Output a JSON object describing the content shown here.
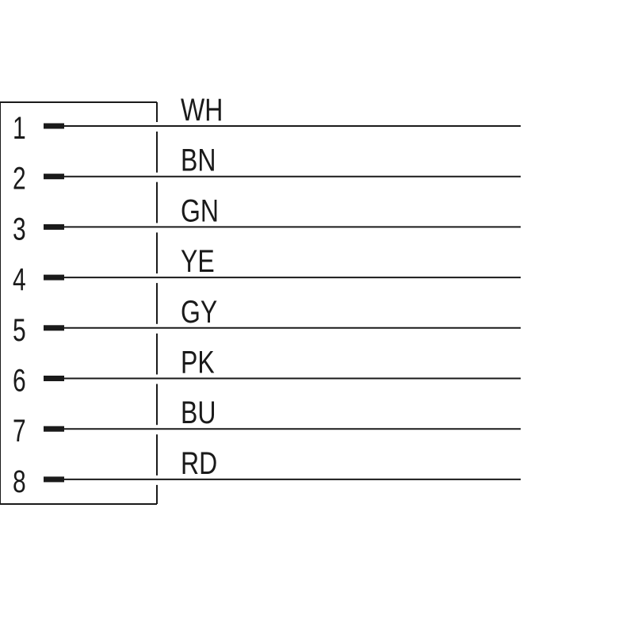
{
  "connector": {
    "pins": [
      {
        "number": "1",
        "color": "WH"
      },
      {
        "number": "2",
        "color": "BN"
      },
      {
        "number": "3",
        "color": "GN"
      },
      {
        "number": "4",
        "color": "YE"
      },
      {
        "number": "5",
        "color": "GY"
      },
      {
        "number": "6",
        "color": "PK"
      },
      {
        "number": "7",
        "color": "BU"
      },
      {
        "number": "8",
        "color": "RD"
      }
    ]
  }
}
